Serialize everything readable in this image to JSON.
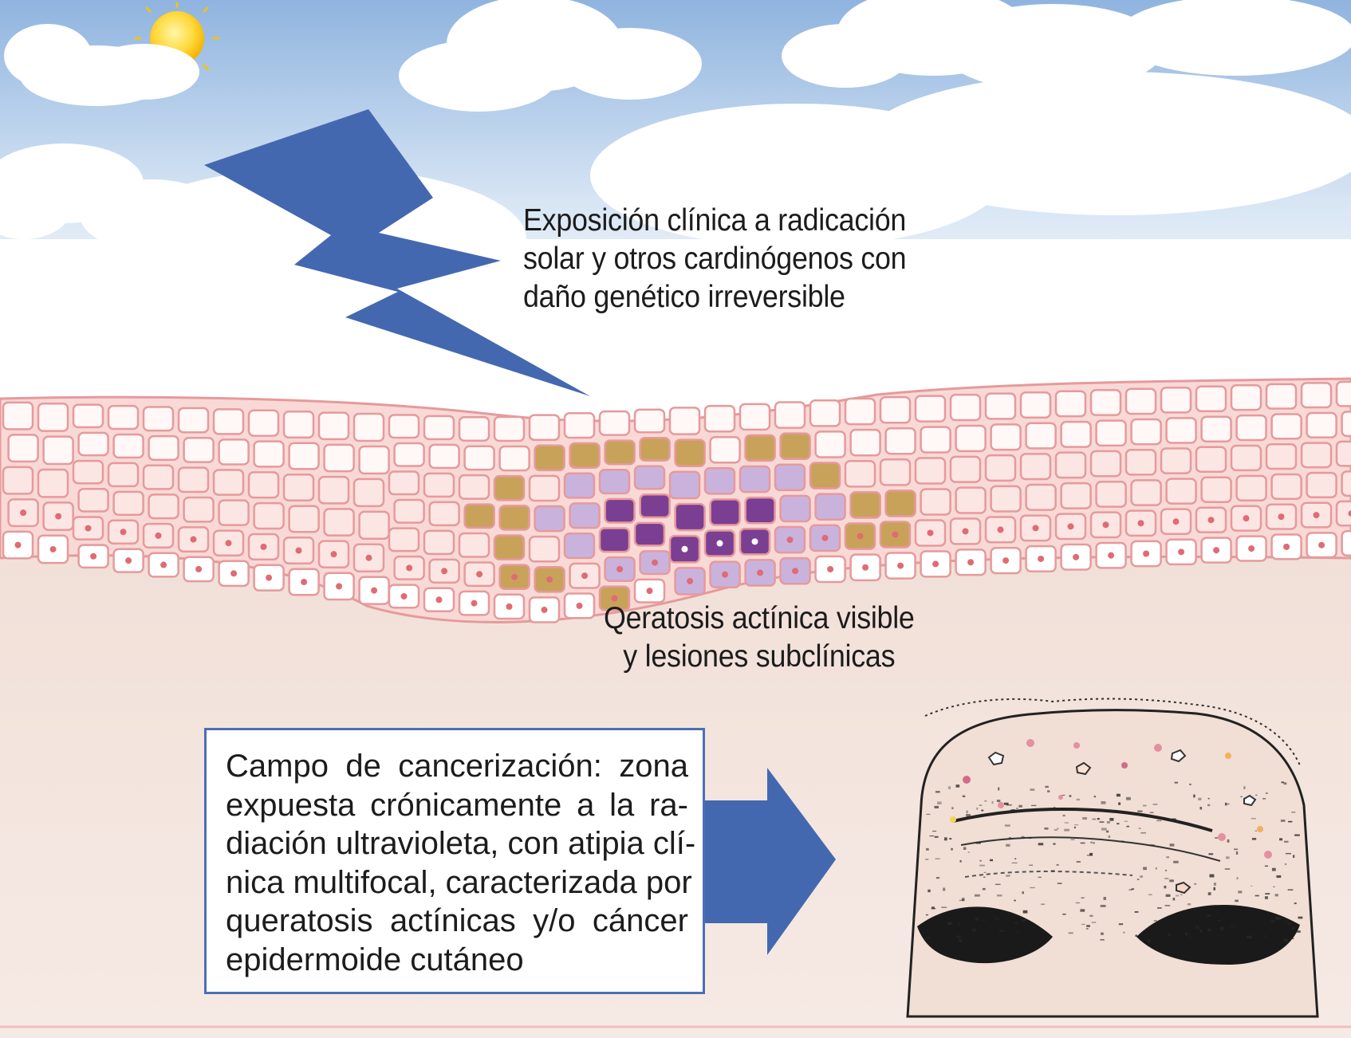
{
  "labels": {
    "exposure": [
      "Exposición clínica a radicación",
      "solar y otros cardinógenos con",
      "daño genético irreversible"
    ],
    "keratosis": [
      "Qeratosis actínica visible",
      "y lesiones subclínicas"
    ]
  },
  "field_box": {
    "lines": [
      "Campo de cancerización: zona",
      "expuesta crónicamente a la ra-",
      "diación ultravioleta, con atipia clí-",
      "nica multifocal, caracterizada por",
      "queratosis actínicas y/o cáncer",
      "epidermoide cutáneo"
    ]
  },
  "colors": {
    "sky_top": "#8fb4df",
    "arrow_blue": "#4468b0",
    "skin_cell_stroke": "#e59a9c",
    "dermis": "#f3e4de",
    "atypical_tan": "#c9a25a",
    "atypical_lilac": "#c9b3dd",
    "atypical_purple": "#7a3f92",
    "box_border": "#4a6fb5"
  },
  "icons": [
    "sun-icon",
    "lightning-bolt-icon",
    "right-arrow-icon",
    "forehead-illustration"
  ]
}
